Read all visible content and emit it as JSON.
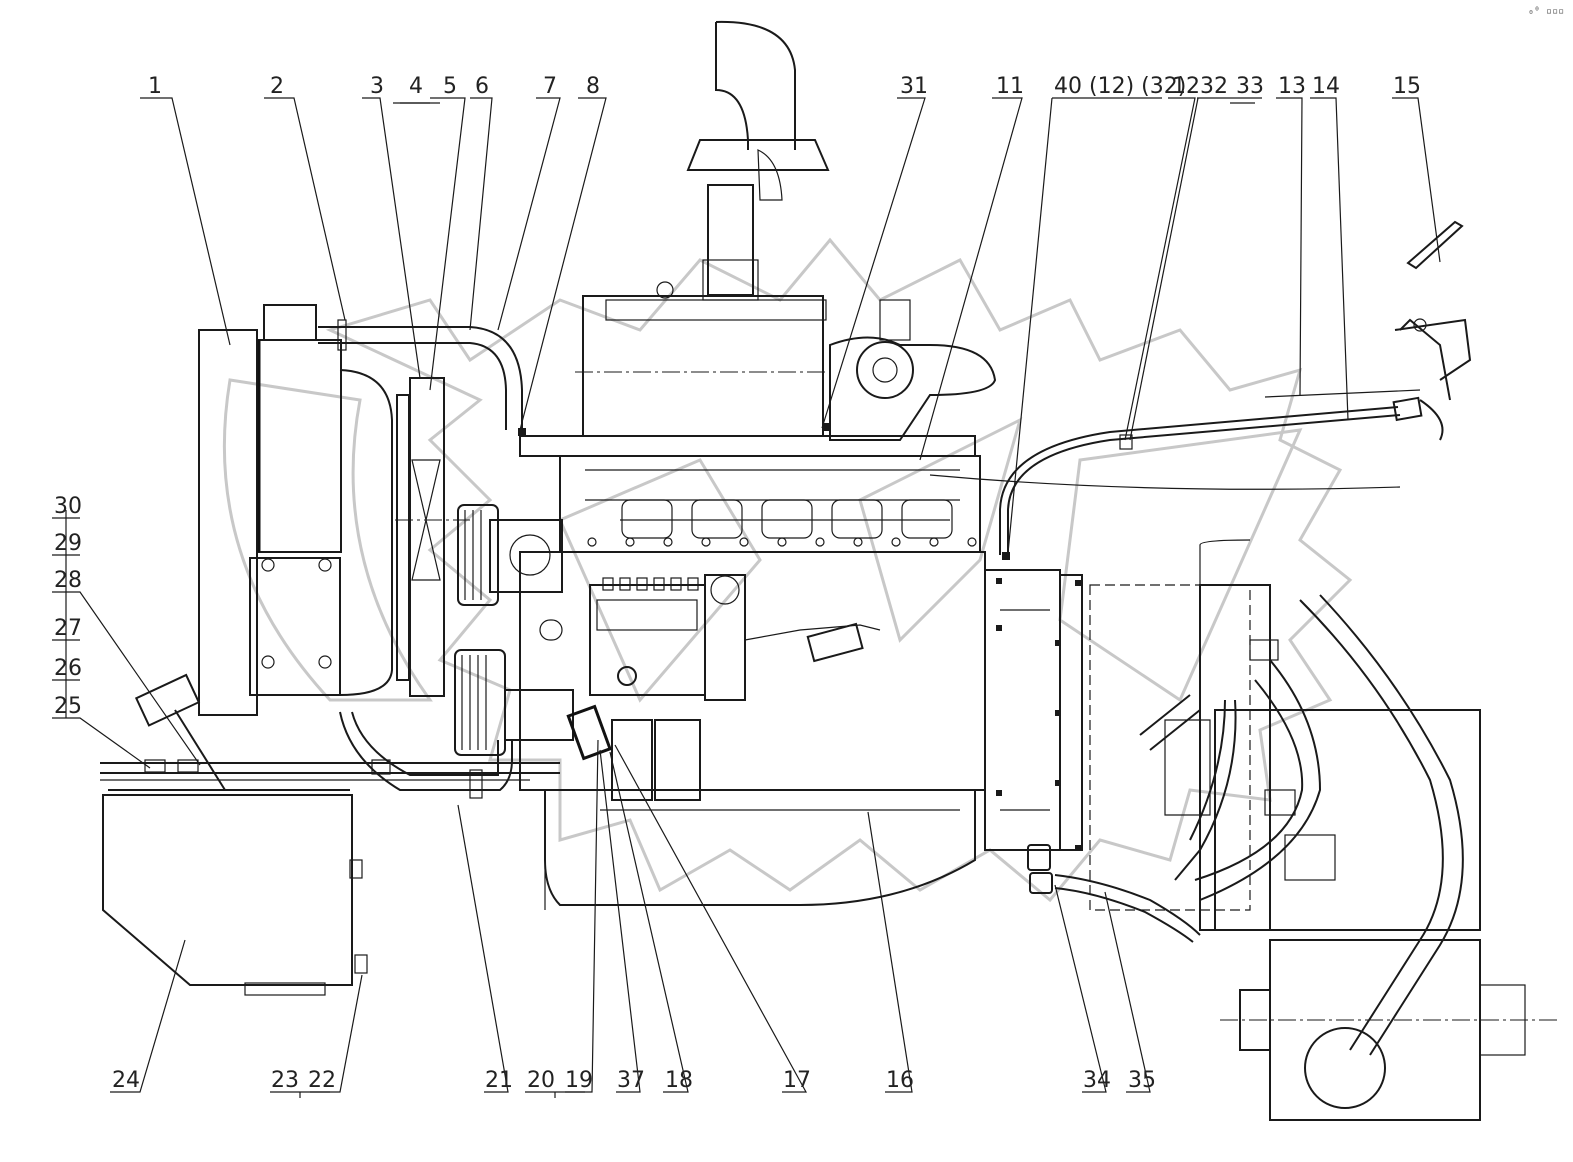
{
  "corner_mark": "₀⁰ ▫▫▫",
  "callouts": {
    "c1": "1",
    "c2": "2",
    "c3": "3",
    "c4": "4",
    "c5": "5",
    "c6": "6",
    "c7": "7",
    "c8": "8",
    "c31": "31",
    "c11": "11",
    "c40": "40 (12) (32)",
    "c12": "12",
    "c32": "32",
    "c33": "33",
    "c13": "13",
    "c14": "14",
    "c15": "15",
    "c30": "30",
    "c29": "29",
    "c28": "28",
    "c27": "27",
    "c26": "26",
    "c25": "25",
    "c24": "24",
    "c23": "23",
    "c22": "22",
    "c21": "21",
    "c20": "20",
    "c19": "19",
    "c37": "37",
    "c18": "18",
    "c17": "17",
    "c16": "16",
    "c34": "34",
    "c35": "35"
  }
}
